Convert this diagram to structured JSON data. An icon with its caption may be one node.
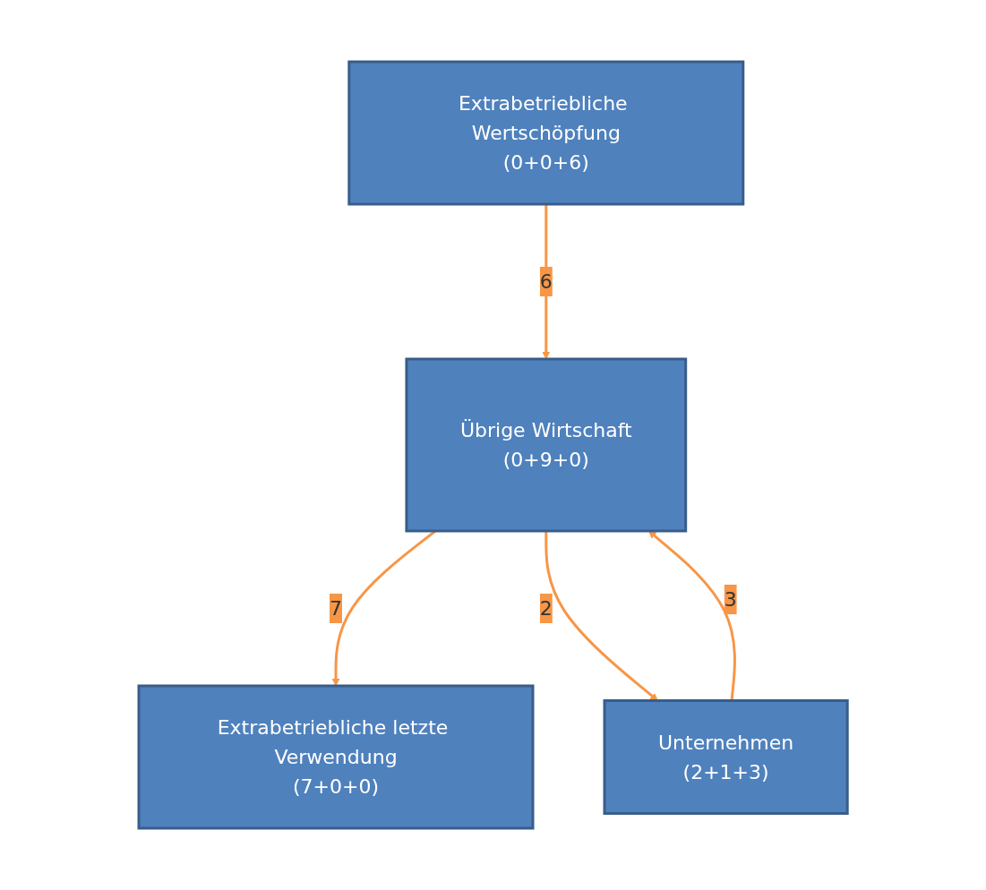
{
  "diagram": {
    "nodes": [
      {
        "text": [
          "Übrige Wirtschaft",
          "(0+9+0)"
        ]
      },
      {
        "text": [
          "Extrabetriebliche letzte Verwendung",
          "(7+0+0)"
        ]
      },
      {
        "text": [
          "Extrabetriebliche Wertschöpfung",
          "(0+0+6)"
        ]
      },
      {
        "text": [
          "Unternehmen",
          "(2+1+3)"
        ]
      }
    ],
    "edges": [
      {
        "from": 0,
        "to": 1,
        "arrow": "to",
        "label": "7"
      },
      {
        "from": 0,
        "to": 3,
        "arrow": "to",
        "label": "2"
      },
      {
        "from": 2,
        "to": 0,
        "arrow": "to",
        "label": "6"
      },
      {
        "from": 3,
        "to": 0,
        "arrow": "to",
        "label": "3"
      }
    ]
  }
}
